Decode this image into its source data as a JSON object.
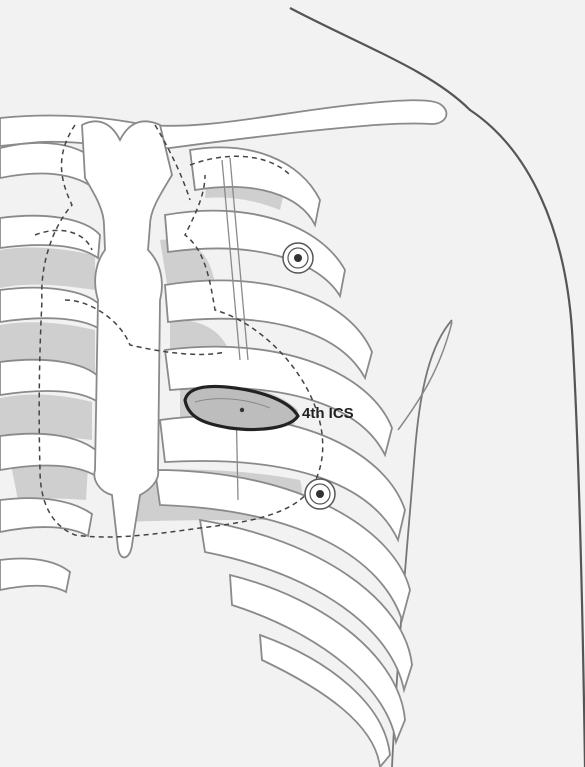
{
  "annotation": {
    "label": "4th ICS"
  },
  "colors": {
    "background": "#f2f2f2",
    "skin_outline": "#555555",
    "bone_fill": "#ffffff",
    "bone_stroke": "#8a8a8a",
    "intercostal_shade": "#cfcfcf",
    "dashed_outline": "#444444",
    "incision_outline": "#222222"
  },
  "icons": [
    "electrode-upper",
    "electrode-lower"
  ]
}
